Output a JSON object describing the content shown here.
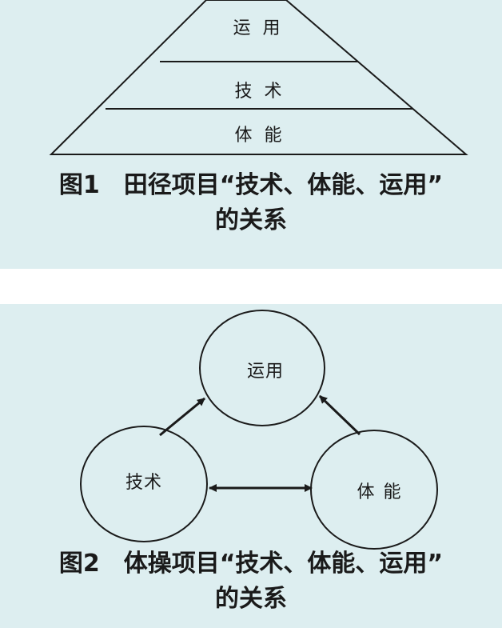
{
  "figure1": {
    "levels": [
      "运 用",
      "技 术",
      "体 能"
    ],
    "caption_line1": "图1　田径项目“技术、体能、运用”",
    "caption_line2": "的关系"
  },
  "figure2": {
    "nodes": {
      "top": "运用",
      "left": "技术",
      "right": "体 能"
    },
    "caption_line1": "图2　体操项目“技术、体能、运用”",
    "caption_line2": "的关系"
  },
  "colors": {
    "panel_bg": "#ddeef0",
    "ink": "#1a1a1a",
    "separator": "#ffffff"
  }
}
